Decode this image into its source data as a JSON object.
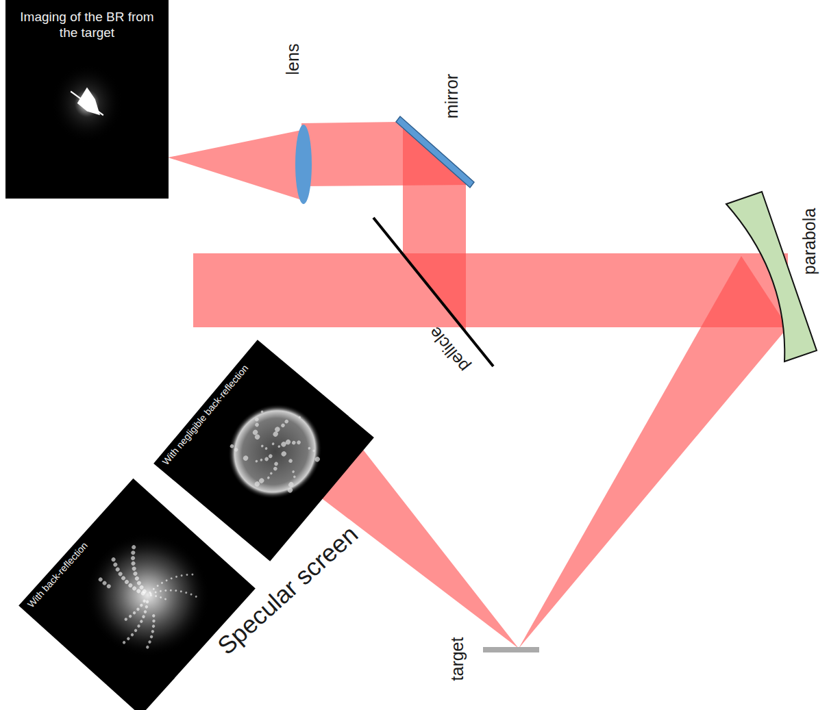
{
  "diagram": {
    "nodes": [
      {
        "text": [
          "Imaging of the BR from the target"
        ]
      },
      {
        "text": [
          "With negligible back-reflection"
        ]
      },
      {
        "text": [
          "With back-reflection"
        ]
      }
    ],
    "labels": [
      "lens",
      "mirror",
      "pellicle",
      "parabola",
      "target",
      "Specular screen"
    ]
  }
}
